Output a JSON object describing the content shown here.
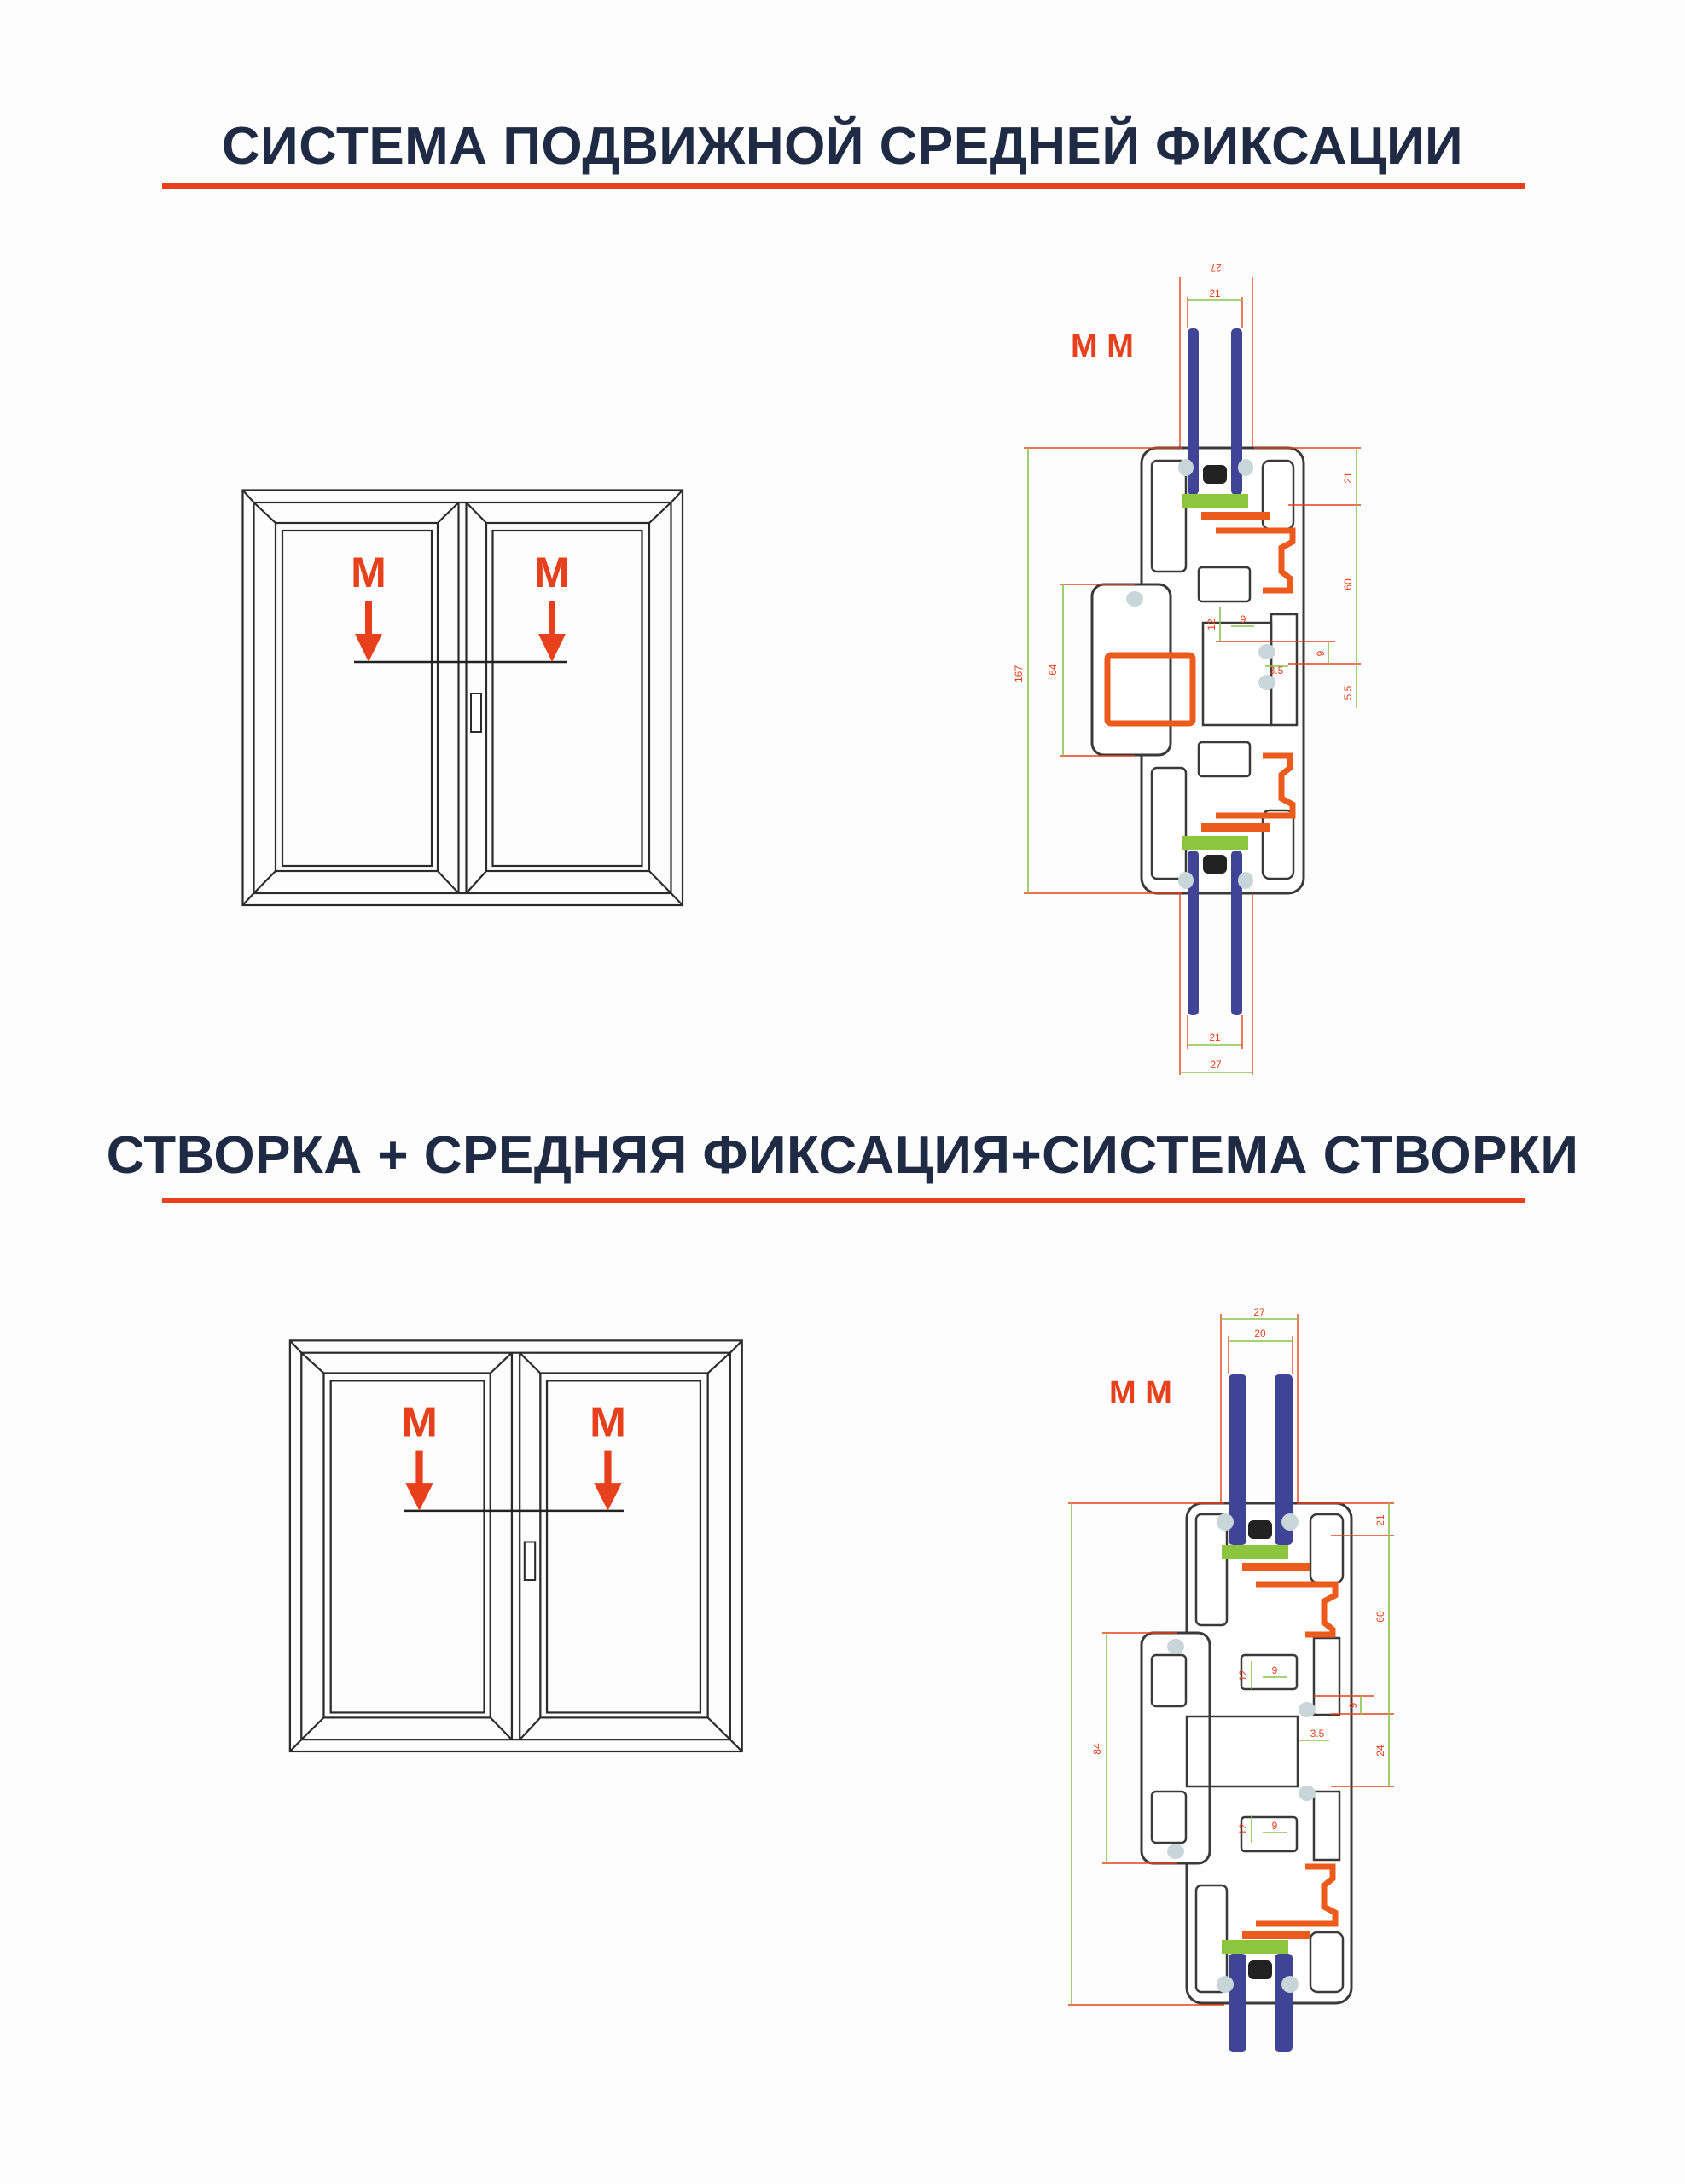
{
  "sections": [
    {
      "title": "СИСТЕМА ПОДВИЖНОЙ СРЕДНЕЙ ФИКСАЦИИ",
      "window": {
        "left_label": "M",
        "right_label": "M"
      },
      "profile": {
        "label": "M M",
        "dims": {
          "outer_top": "27",
          "glass_top": "21",
          "glass_bottom": "21",
          "outer_bottom": "27",
          "total": "167",
          "mullion": "64",
          "right_top": "21",
          "right_mid": "60",
          "right_small": "9",
          "gap": "3.5",
          "right_low": "5.5",
          "inner_v": "12",
          "inner_h": "9"
        }
      }
    },
    {
      "title": "СТВОРКА + СРЕДНЯЯ ФИКСАЦИЯ+СИСТЕМА СТВОРКИ",
      "window": {
        "left_label": "M",
        "right_label": "M"
      },
      "profile": {
        "label": "M M",
        "dims": {
          "outer_top": "27",
          "glass_top": "20",
          "mullion": "84",
          "right_top": "21",
          "right_mid": "60",
          "right_small": "9",
          "gap": "3.5",
          "right_low": "24",
          "inner_v1": "12",
          "inner_h1": "9",
          "inner_v2": "12",
          "inner_h2": "9"
        }
      }
    }
  ],
  "colors": {
    "title": "#1f2a44",
    "accent": "#e8401c",
    "glass": "#3f4497",
    "gasket": "#8cc63f",
    "steel": "#ec5a1c"
  }
}
